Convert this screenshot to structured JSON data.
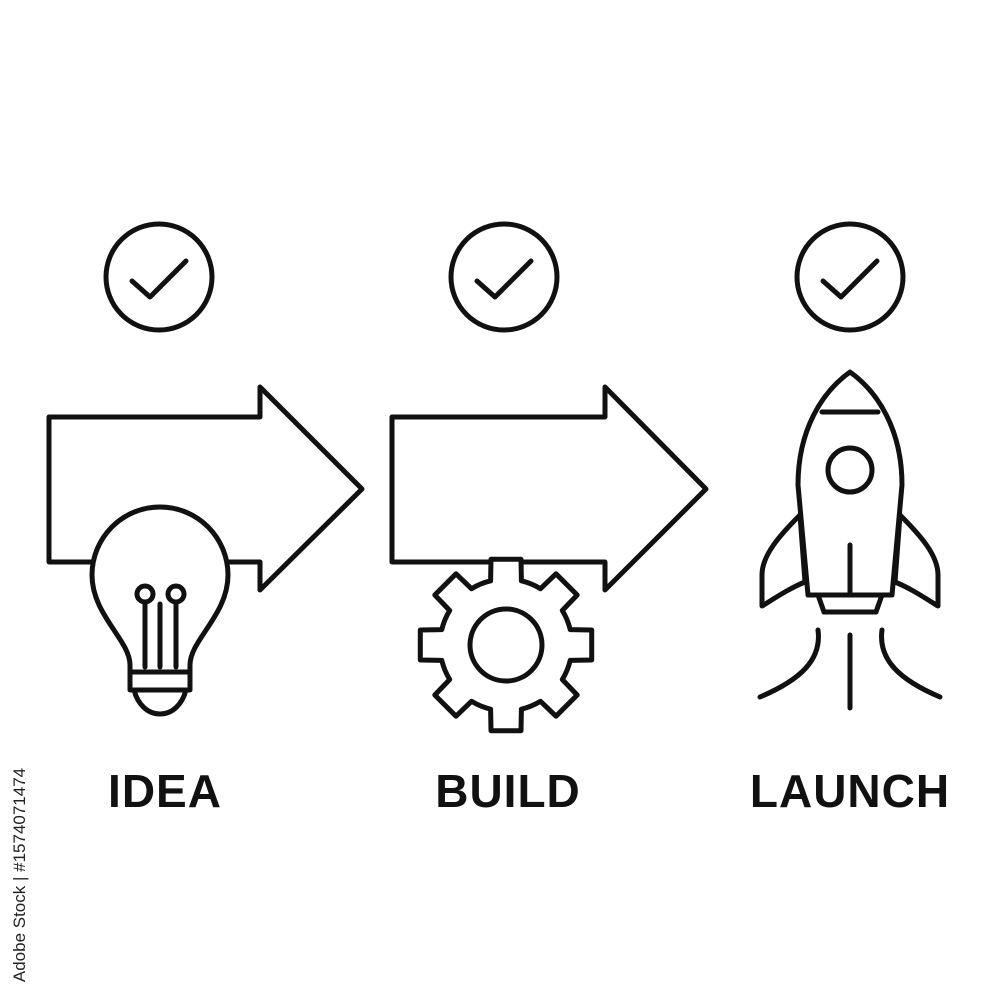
{
  "steps": [
    {
      "label": "IDEA",
      "icon": "lightbulb-icon",
      "checked": true
    },
    {
      "label": "BUILD",
      "icon": "gear-icon",
      "checked": true
    },
    {
      "label": "LAUNCH",
      "icon": "rocket-icon",
      "checked": true
    }
  ],
  "watermark": "Adobe Stock | #1574071474",
  "colors": {
    "stroke": "#111111",
    "background": "#ffffff"
  }
}
